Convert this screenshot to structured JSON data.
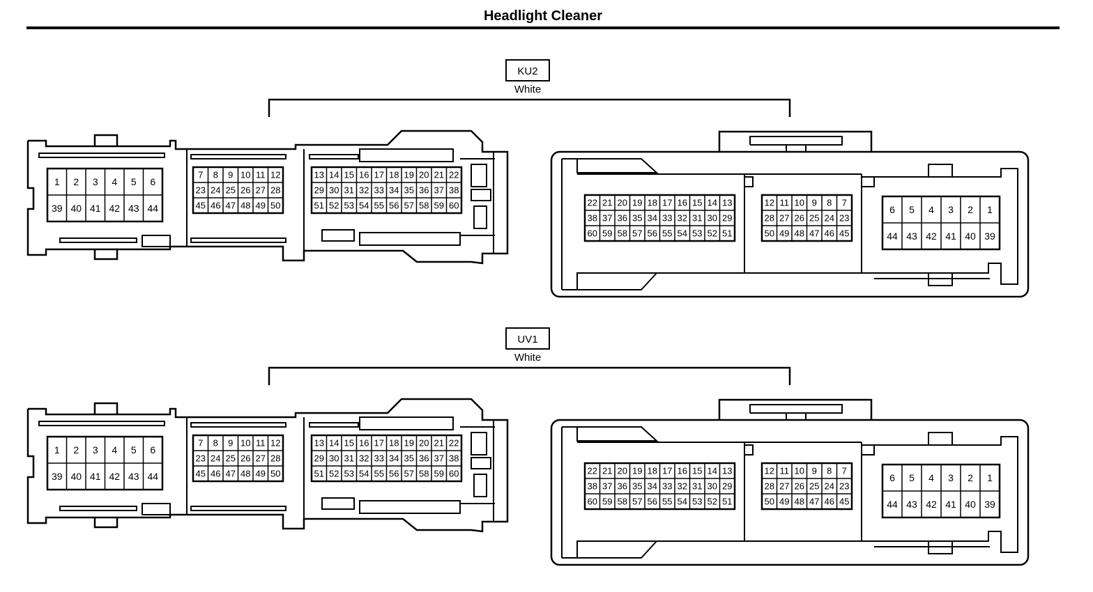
{
  "title": "Headlight Cleaner",
  "connectors": [
    {
      "code": "KU2",
      "color_label": "White"
    },
    {
      "code": "UV1",
      "color_label": "White"
    }
  ],
  "male_view": {
    "block1": [
      [
        "1",
        "2",
        "3",
        "4",
        "5",
        "6"
      ],
      [
        "39",
        "40",
        "41",
        "42",
        "43",
        "44"
      ]
    ],
    "block2": [
      [
        "7",
        "8",
        "9",
        "10",
        "11",
        "12"
      ],
      [
        "23",
        "24",
        "25",
        "26",
        "27",
        "28"
      ],
      [
        "45",
        "46",
        "47",
        "48",
        "49",
        "50"
      ]
    ],
    "block3": [
      [
        "13",
        "14",
        "15",
        "16",
        "17",
        "18",
        "19",
        "20",
        "21",
        "22"
      ],
      [
        "29",
        "30",
        "31",
        "32",
        "33",
        "34",
        "35",
        "36",
        "37",
        "38"
      ],
      [
        "51",
        "52",
        "53",
        "54",
        "55",
        "56",
        "57",
        "58",
        "59",
        "60"
      ]
    ]
  },
  "female_view": {
    "block1": [
      [
        "22",
        "21",
        "20",
        "19",
        "18",
        "17",
        "16",
        "15",
        "14",
        "13"
      ],
      [
        "38",
        "37",
        "36",
        "35",
        "34",
        "33",
        "32",
        "31",
        "30",
        "29"
      ],
      [
        "60",
        "59",
        "58",
        "57",
        "56",
        "55",
        "54",
        "53",
        "52",
        "51"
      ]
    ],
    "block2": [
      [
        "12",
        "11",
        "10",
        "9",
        "8",
        "7"
      ],
      [
        "28",
        "27",
        "26",
        "25",
        "24",
        "23"
      ],
      [
        "50",
        "49",
        "48",
        "47",
        "46",
        "45"
      ]
    ],
    "block3": [
      [
        "6",
        "5",
        "4",
        "3",
        "2",
        "1"
      ],
      [
        "44",
        "43",
        "42",
        "41",
        "40",
        "39"
      ]
    ]
  },
  "style": {
    "line_color": "#000000",
    "background": "#ffffff"
  }
}
